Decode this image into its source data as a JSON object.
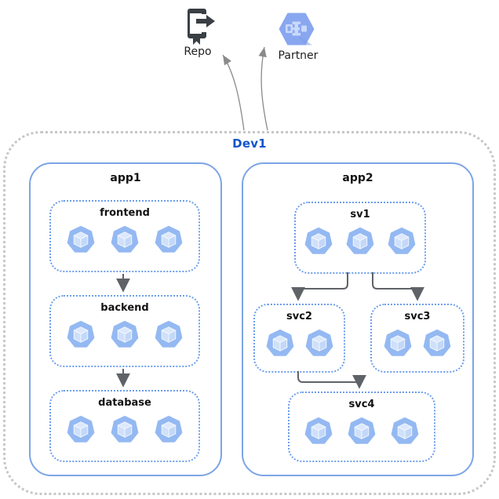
{
  "diagram": {
    "external": [
      {
        "id": "repo",
        "label": "Repo",
        "icon": "source-repository-icon"
      },
      {
        "id": "partner",
        "label": "Partner",
        "icon": "partner-hexagon-icon"
      }
    ],
    "environment": {
      "label": "Dev1",
      "apps": [
        {
          "label": "app1",
          "services": [
            {
              "label": "frontend",
              "pods": 3
            },
            {
              "label": "backend",
              "pods": 3
            },
            {
              "label": "database",
              "pods": 3
            }
          ]
        },
        {
          "label": "app2",
          "services": [
            {
              "label": "sv1",
              "pods": 3
            },
            {
              "label": "svc2",
              "pods": 2
            },
            {
              "label": "svc3",
              "pods": 2
            },
            {
              "label": "svc4",
              "pods": 3
            }
          ]
        }
      ]
    },
    "edges": [
      {
        "from": "frontend",
        "to": "backend"
      },
      {
        "from": "backend",
        "to": "database"
      },
      {
        "from": "sv1",
        "to": "svc2"
      },
      {
        "from": "sv1",
        "to": "svc3"
      },
      {
        "from": "svc2",
        "to": "svc4"
      },
      {
        "from": "Dev1",
        "to": "Repo"
      },
      {
        "from": "Dev1",
        "to": "Partner"
      }
    ],
    "colors": {
      "env_border": "#c7c7c7",
      "app_border": "#7da5e6",
      "service_border": "#6d9eeb",
      "env_label": "#1155cc",
      "pod_fill": "#94b9f2",
      "pod_cube": "#d3e2fa",
      "edge_solid": "#5f6368",
      "edge_thin": "#8a8a8a",
      "repo_icon": "#3a3f45",
      "partner_hex": "#89a7f0"
    }
  }
}
